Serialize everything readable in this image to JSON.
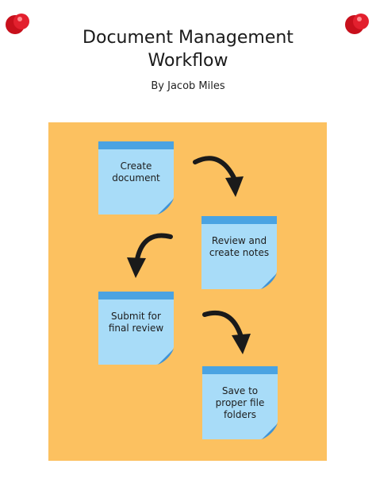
{
  "header": {
    "title_line1": "Document Management",
    "title_line2": "Workflow",
    "author": "By Jacob Miles"
  },
  "notes": [
    {
      "text": "Create\ndocument"
    },
    {
      "text": "Review and\ncreate notes"
    },
    {
      "text": "Submit for\nfinal review"
    },
    {
      "text": "Save to\nproper file\nfolders"
    }
  ],
  "colors": {
    "board": "#fcc160",
    "note_body": "#a8dcf8",
    "note_top": "#4aa3e2",
    "pin": "#e0202e",
    "arrow": "#1a1a1a"
  }
}
